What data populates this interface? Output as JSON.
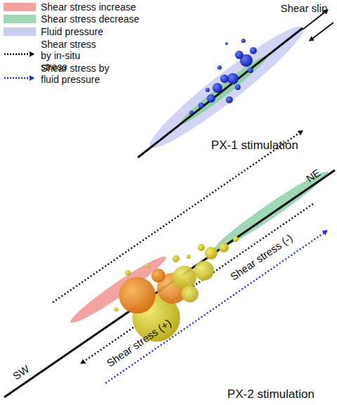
{
  "diagram": {
    "labels": [
      "Shear slip",
      "PX-1 stimulation",
      "NE",
      "SW",
      "Shear stress (-)",
      "Shear stress (+)",
      "PX-2 stimulation"
    ],
    "legend": [
      {
        "text": "Shear stress increase",
        "color": "#f4a3a3"
      },
      {
        "text": "Shear stress decrease",
        "color": "#9fd8b6"
      },
      {
        "text": "Fluid pressure",
        "color": "#c9cdf2"
      },
      {
        "text": "Shear stress by in-situ stress"
      },
      {
        "text": "Shear stress by fluid pressure"
      }
    ]
  }
}
